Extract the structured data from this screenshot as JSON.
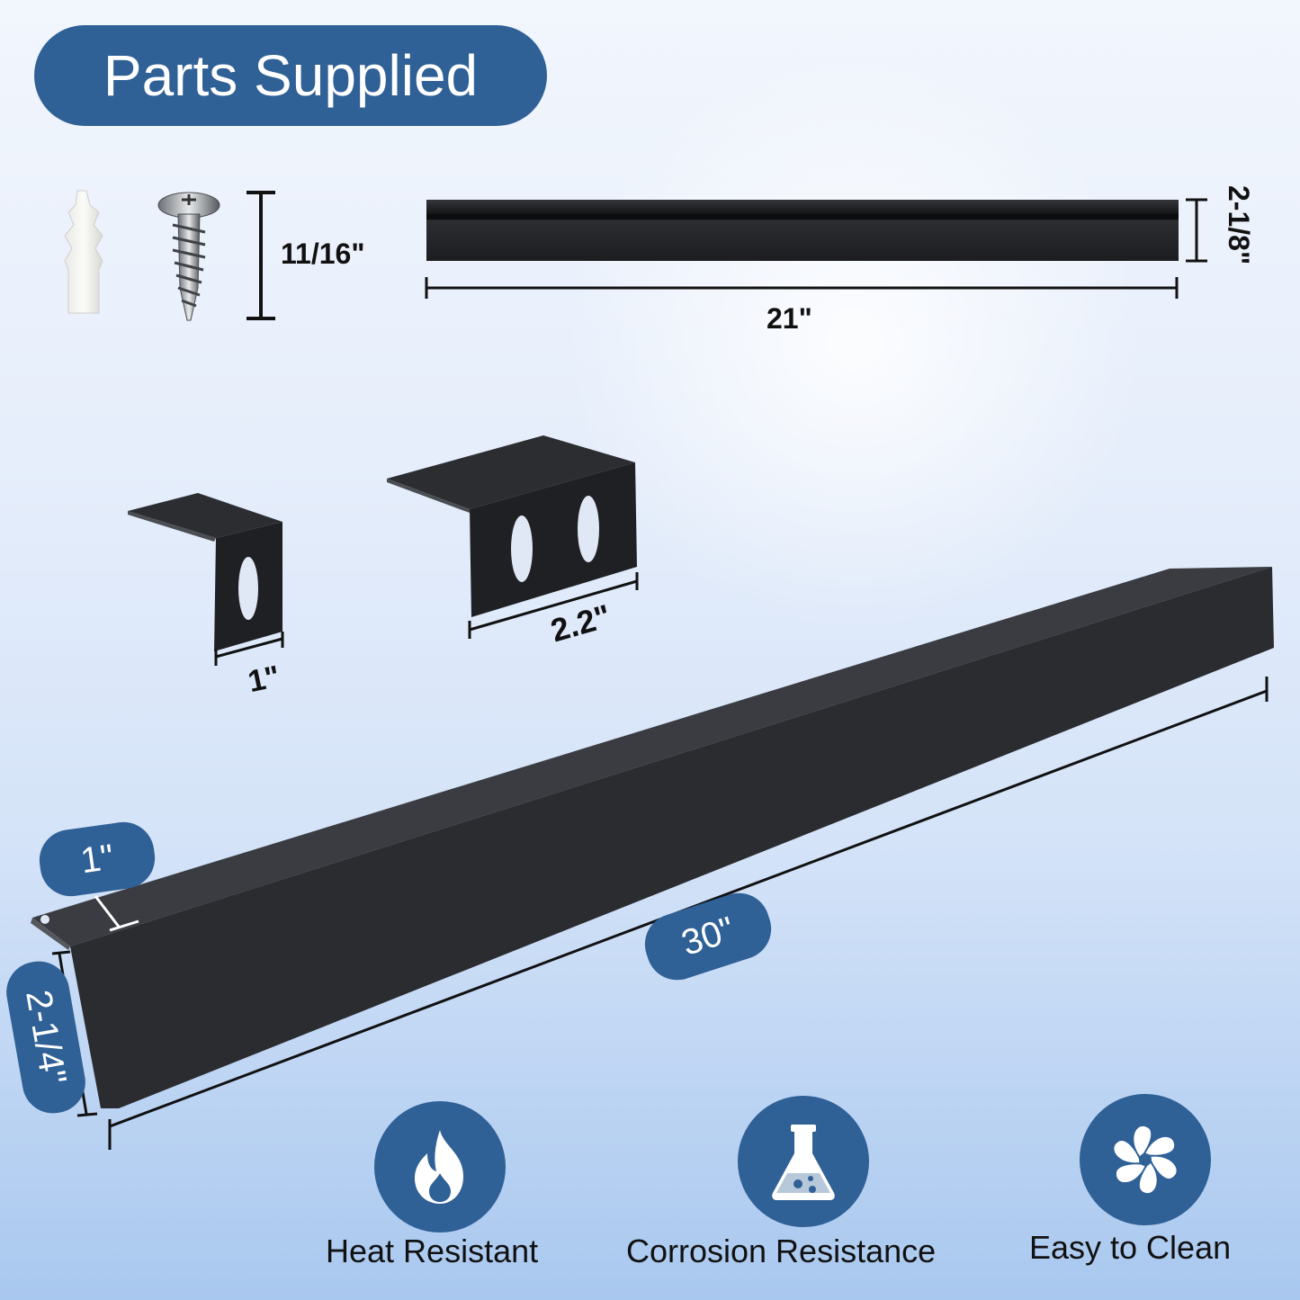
{
  "title": "Parts Supplied",
  "dimensions": {
    "screw_length": "11/16\"",
    "strip_length": "21\"",
    "strip_height": "2-1/8\"",
    "small_bracket_width": "1\"",
    "large_bracket_width": "2.2\"",
    "bar_flange_width": "1\"",
    "bar_length": "30\"",
    "bar_height": "2-1/4\""
  },
  "features": [
    {
      "label": "Heat Resistant",
      "icon": "flame-icon"
    },
    {
      "label": "Corrosion Resistance",
      "icon": "flask-icon"
    },
    {
      "label": "Easy to Clean",
      "icon": "fan-icon"
    }
  ],
  "colors": {
    "accent": "#2f6096",
    "part_color": "#26282b"
  }
}
